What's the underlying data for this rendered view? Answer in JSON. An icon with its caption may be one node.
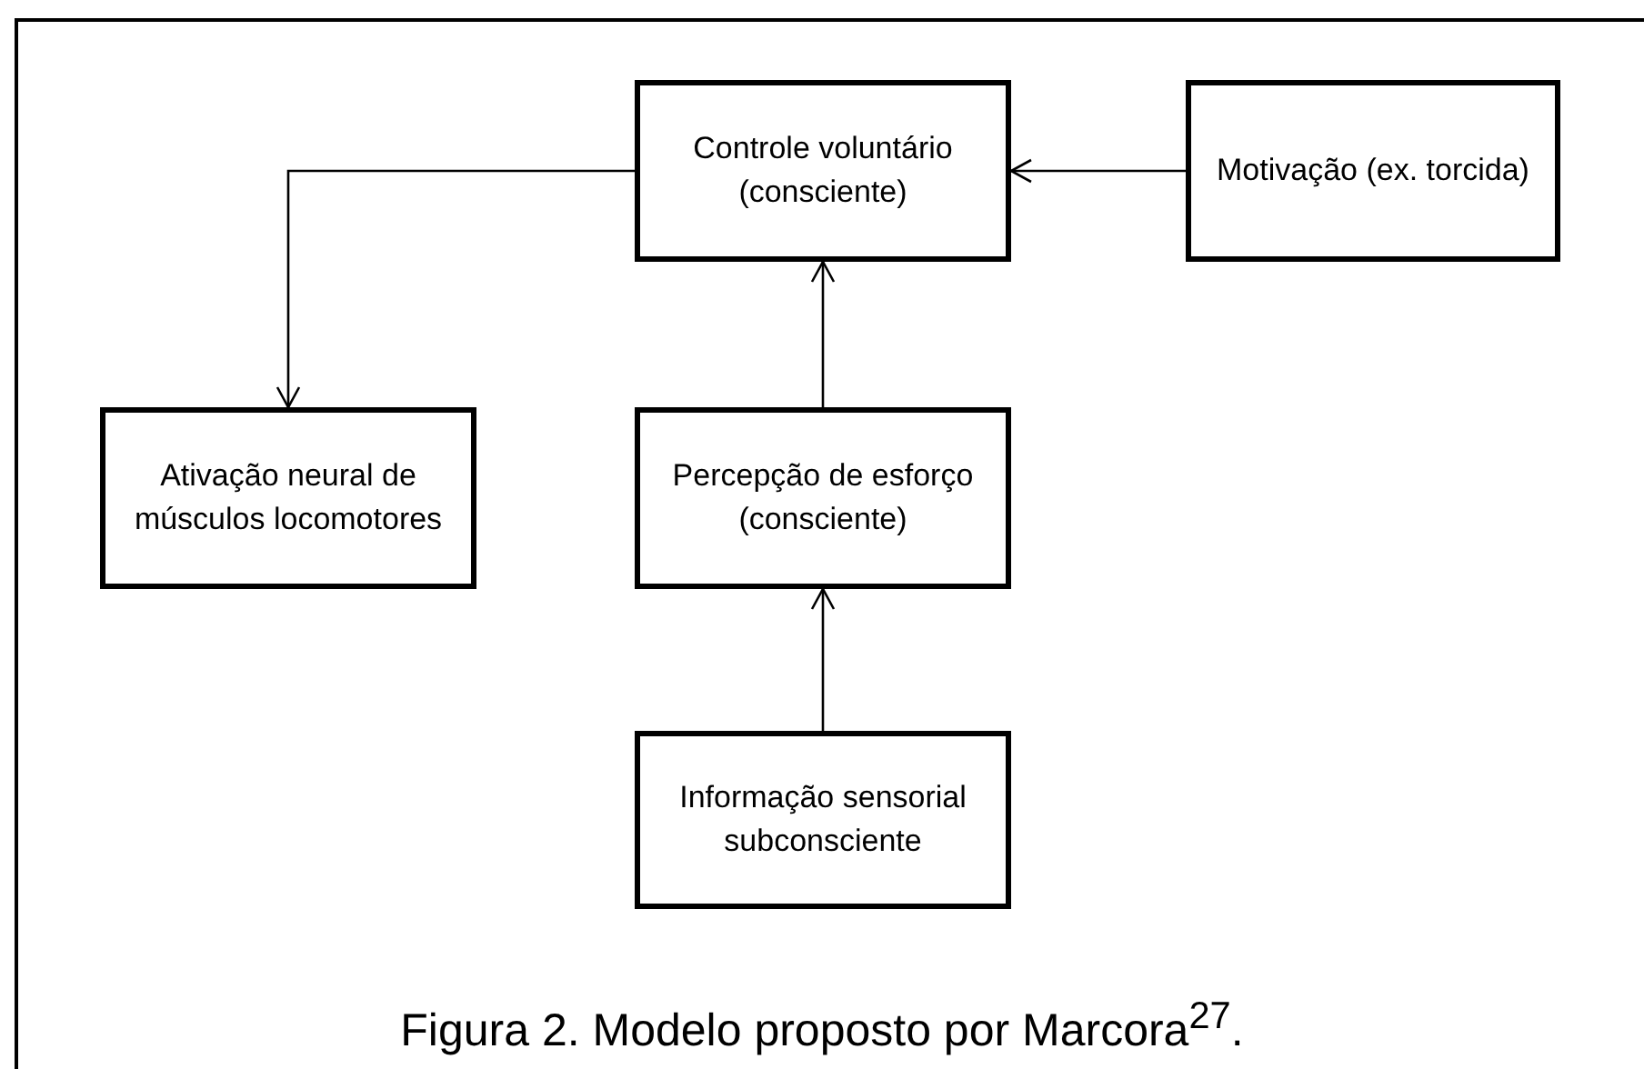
{
  "diagram": {
    "caption": "Figura 2. Modelo proposto por Marcora$^{27}$.",
    "nodes": [
      {
        "text": [
          "Controle voluntário (consciente)"
        ]
      },
      {
        "text": [
          "Motivação (ex. torcida)"
        ]
      },
      {
        "text": [
          "Ativação neural de músculos locomotores"
        ]
      },
      {
        "text": [
          "Percepção de esforço (consciente)"
        ]
      },
      {
        "text": [
          "Informação sensorial subconsciente"
        ]
      }
    ],
    "edges": [
      {
        "from": 1,
        "to": 0,
        "arrow": "to"
      },
      {
        "from": 0,
        "to": 2,
        "arrow": "to"
      },
      {
        "from": 3,
        "to": 0,
        "arrow": "to"
      },
      {
        "from": 4,
        "to": 3,
        "arrow": "to"
      }
    ]
  }
}
